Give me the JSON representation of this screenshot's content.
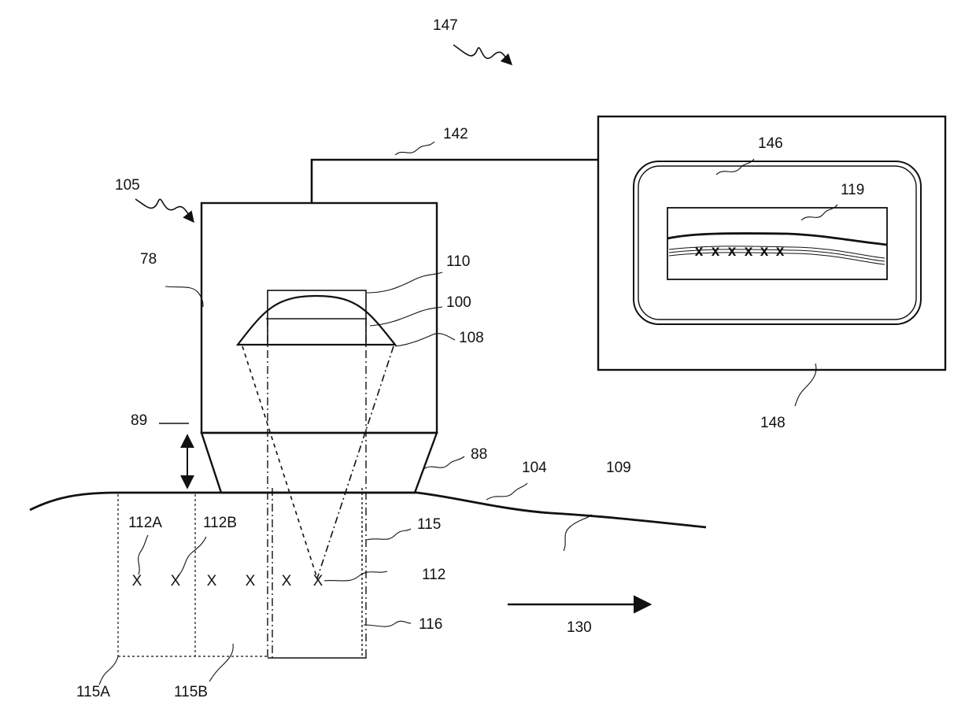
{
  "labels": {
    "l147": "147",
    "l142": "142",
    "l146": "146",
    "l119": "119",
    "l105": "105",
    "l78": "78",
    "l110": "110",
    "l100": "100",
    "l108": "108",
    "l148": "148",
    "l89": "89",
    "l88": "88",
    "l104": "104",
    "l109": "109",
    "l112A": "112A",
    "l112B": "112B",
    "l115": "115",
    "l112": "112",
    "l116": "116",
    "l130": "130",
    "l115A": "115A",
    "l115B": "115B"
  },
  "markers": {
    "x": "X",
    "screen_x": "x"
  },
  "colors": {
    "ink": "#111111",
    "background": "#ffffff"
  }
}
